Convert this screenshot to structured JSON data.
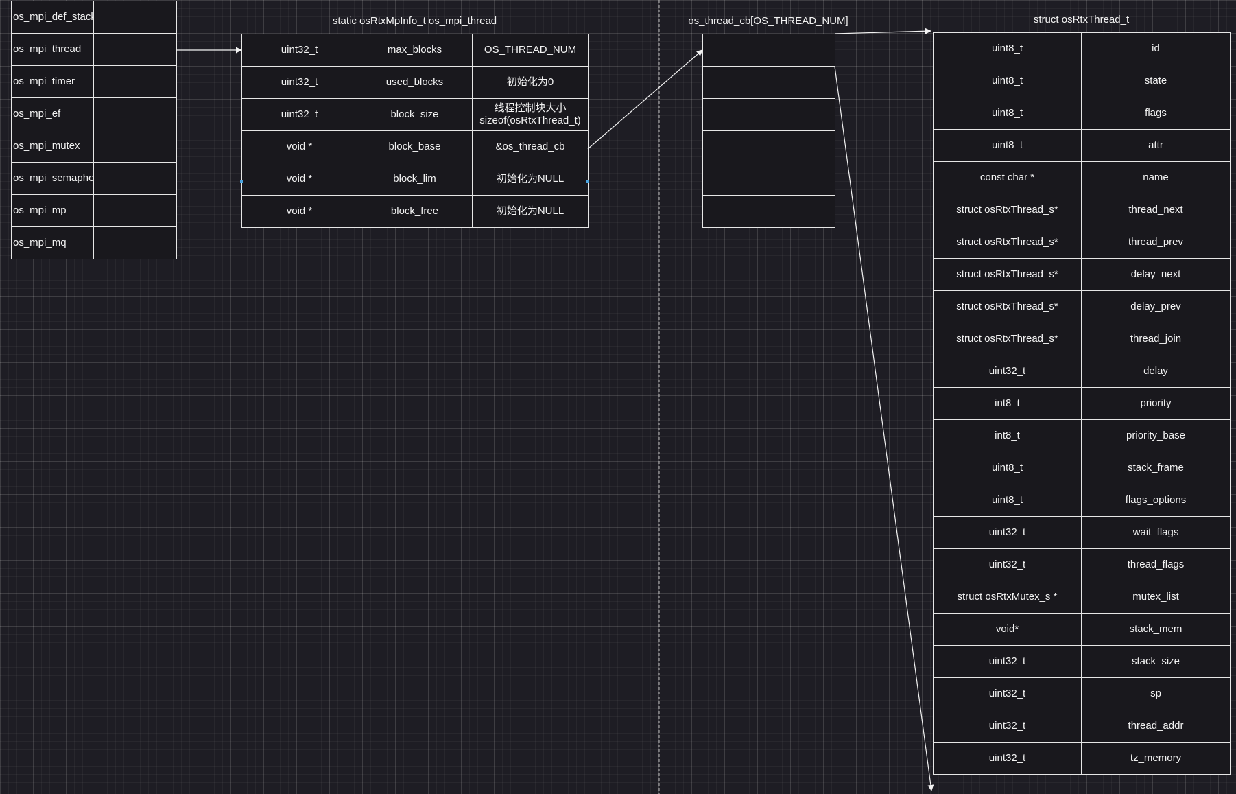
{
  "mpi_table": {
    "rows": [
      [
        "os_mpi_def_stack",
        ""
      ],
      [
        "os_mpi_thread",
        ""
      ],
      [
        "os_mpi_timer",
        ""
      ],
      [
        "os_mpi_ef",
        ""
      ],
      [
        "os_mpi_mutex",
        ""
      ],
      [
        "os_mpi_semaphor",
        ""
      ],
      [
        "os_mpi_mp",
        ""
      ],
      [
        "os_mpi_mq",
        ""
      ]
    ]
  },
  "mp_info": {
    "title": "static osRtxMpInfo_t os_mpi_thread",
    "rows": [
      [
        "uint32_t",
        "max_blocks",
        "OS_THREAD_NUM"
      ],
      [
        "uint32_t",
        "used_blocks",
        "初始化为0"
      ],
      [
        "uint32_t",
        "block_size",
        "线程控制块大小 sizeof(osRtxThread_t)"
      ],
      [
        "void *",
        "block_base",
        "&os_thread_cb"
      ],
      [
        "void *",
        "block_lim",
        "初始化为NULL"
      ],
      [
        "void *",
        "block_free",
        "初始化为NULL"
      ]
    ]
  },
  "thread_cb": {
    "title": "os_thread_cb[OS_THREAD_NUM]",
    "rows": [
      "",
      "",
      "",
      "",
      "",
      ""
    ]
  },
  "thread_struct": {
    "title": "struct osRtxThread_t",
    "rows": [
      [
        "uint8_t",
        "id"
      ],
      [
        "uint8_t",
        "state"
      ],
      [
        "uint8_t",
        "flags"
      ],
      [
        "uint8_t",
        "attr"
      ],
      [
        "const char *",
        "name"
      ],
      [
        "struct osRtxThread_s*",
        "thread_next"
      ],
      [
        "struct osRtxThread_s*",
        "thread_prev"
      ],
      [
        "struct osRtxThread_s*",
        "delay_next"
      ],
      [
        "struct osRtxThread_s*",
        "delay_prev"
      ],
      [
        "struct osRtxThread_s*",
        "thread_join"
      ],
      [
        "uint32_t",
        "delay"
      ],
      [
        "int8_t",
        "priority"
      ],
      [
        "int8_t",
        "priority_base"
      ],
      [
        "uint8_t",
        "stack_frame"
      ],
      [
        "uint8_t",
        "flags_options"
      ],
      [
        "uint32_t",
        "wait_flags"
      ],
      [
        "uint32_t",
        "thread_flags"
      ],
      [
        "struct osRtxMutex_s *",
        "mutex_list"
      ],
      [
        "void*",
        "stack_mem"
      ],
      [
        "uint32_t",
        "stack_size"
      ],
      [
        "uint32_t",
        "sp"
      ],
      [
        "uint32_t",
        "thread_addr"
      ],
      [
        "uint32_t",
        "tz_memory"
      ]
    ]
  },
  "colors": {
    "background": "#1e1d24",
    "cell_fill": "#19181d",
    "line": "#e6e6e6",
    "text": "#f2f2f2",
    "connector_dot": "#4aa3df"
  }
}
